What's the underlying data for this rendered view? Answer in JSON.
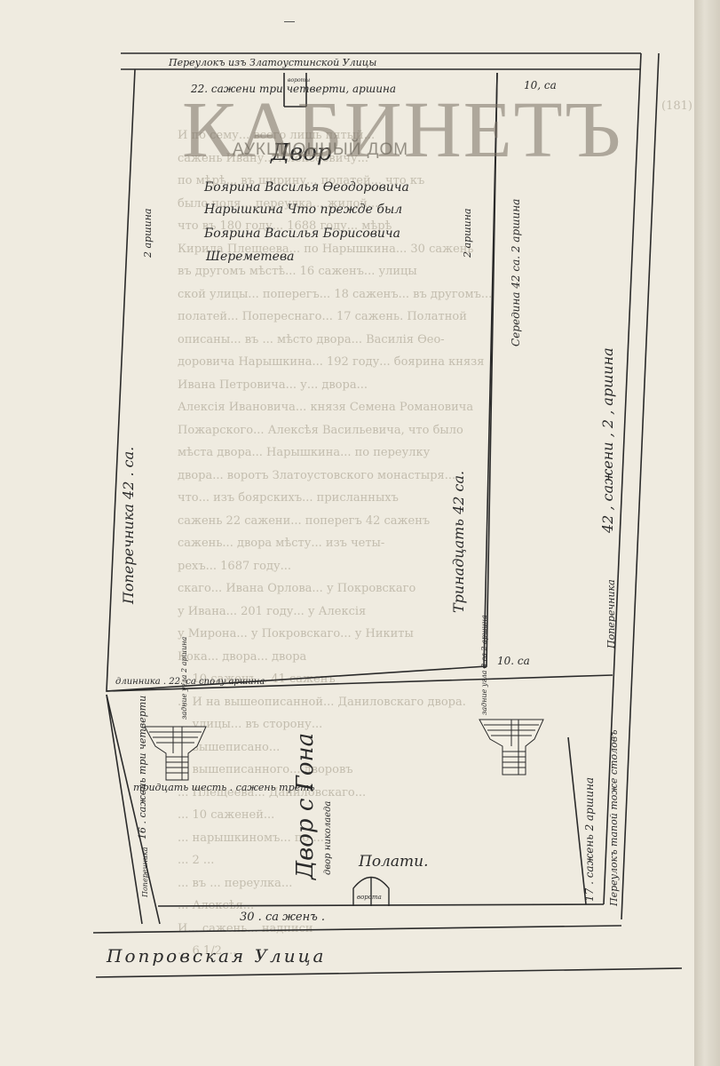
{
  "watermark": {
    "title": "КАБИНЕТЪ",
    "subtitle": "АУКЦИОННЫЙ ДОМ"
  },
  "page": {
    "page_number": "(181)",
    "ghost_lines": [
      "И по сему... всего лишь пятый... ",
      "сажень Ивану... Алексеевичу... ",
      "по мѣрѣ... въ ширину... полатей... что къ",
      "было поля... переулка... жилой... ",
      "что въ 180 году... 1688 году... мѣрѣ",
      "Кирила Плещеева... по Нарышкина... 30 сажень",
      "въ другомъ мѣстѣ... 16 саженъ... улицы",
      "ской улицы... поперегъ... 18 саженъ... въ другомъ...",
      "полатей... Попереснаго... 17 сажень. Полатной",
      "описаны... въ ... мѣсто двора... Василія Ѳео-",
      "доровича Нарышкина... 192 году... боярина князя",
      "Ивана Петровича... у... двора...",
      "Алексія Ивановича... князя Семена Романовича",
      "Пожарского... Алексѣя Васильевича, что было",
      "мѣста двора... Нарышкина... по переулку",
      "двора... воротъ Златоустовского монастыря...",
      "что... изъ боярскихъ... присланныхъ",
      "сажень 22 сажени... поперегъ 42 саженъ",
      "сажень... двора мѣсту... изъ четы-",
      "рехъ... 1687 году...",
      "скаго... Ивана Орлова... у Покровскаго",
      "у Ивана... 201 году... у Алексія",
      "у Мирона... у Покровскаго... у Никиты",
      "Кока... двора... двора",
      "... 10 саженъ... 41 саженъ",
      "... И на вышеописанной... Даниловскаго двора.",
      "... улицы... въ сторону...",
      "... вышеписано...",
      "... вышеписанного... дворовъ",
      "... Плещеева... Даниловскаго...",
      "... 10 саженей... ",
      "... нарышкиномъ... по ...",
      "... 2 ...",
      "... въ ... переулка...",
      "... Алексѣя... ",
      "И... сажень... надписи",
      "... 6 1/2 ... "
    ]
  },
  "plan": {
    "top_lane": "Переулокъ изъ Златоустинской Улицы",
    "yard_top_measure": "22. сажени три четверти, аршина",
    "gate_label": "вороты",
    "yard_title": "Двор",
    "yard_caption": [
      "Боярина Василья Ѳеодоровича",
      "Нарышкина  Что прежде был",
      "Боярина Василья Борисовича",
      "Шереметева"
    ],
    "yard_left_side": "Поперечника  42 . са.",
    "yard_left_arshin": "2 аршина",
    "yard_bottom_measure": "длинника  . 22. са  сполу аршина",
    "yard_bottom_right": "10. са",
    "yard_right_side": "Тринадцать  42  са.",
    "yard_right_arshin": "2 аршина",
    "yard_right_top_measure": "Середина  42 са. 2 аршина",
    "ne_measure": "10, са",
    "right_strip_measure": "42 , сажени , 2 , аршина",
    "right_strip_lower": "Поперечника",
    "right_lane": "Переулокъ тапой  тоже столовъ",
    "right_bottom_measure": "17 . сажень  2 аршина",
    "left_cross": "16 . сажень  три четверти",
    "left_edge": "Поперечника",
    "mid_measure": "тридцать  шесть  . сажень  треть",
    "tower_left_label": "задние  угла  2 аршина",
    "tower_right_label": "задние угла  3 са  2 аршина",
    "monastery_name": "Двор с Гона",
    "monastery_sub": "двор николаеда",
    "palaty": "Полати.",
    "door_label": "ворота",
    "bottom_measure": "30 .   са    женъ .",
    "street": "Попровская Улица"
  }
}
